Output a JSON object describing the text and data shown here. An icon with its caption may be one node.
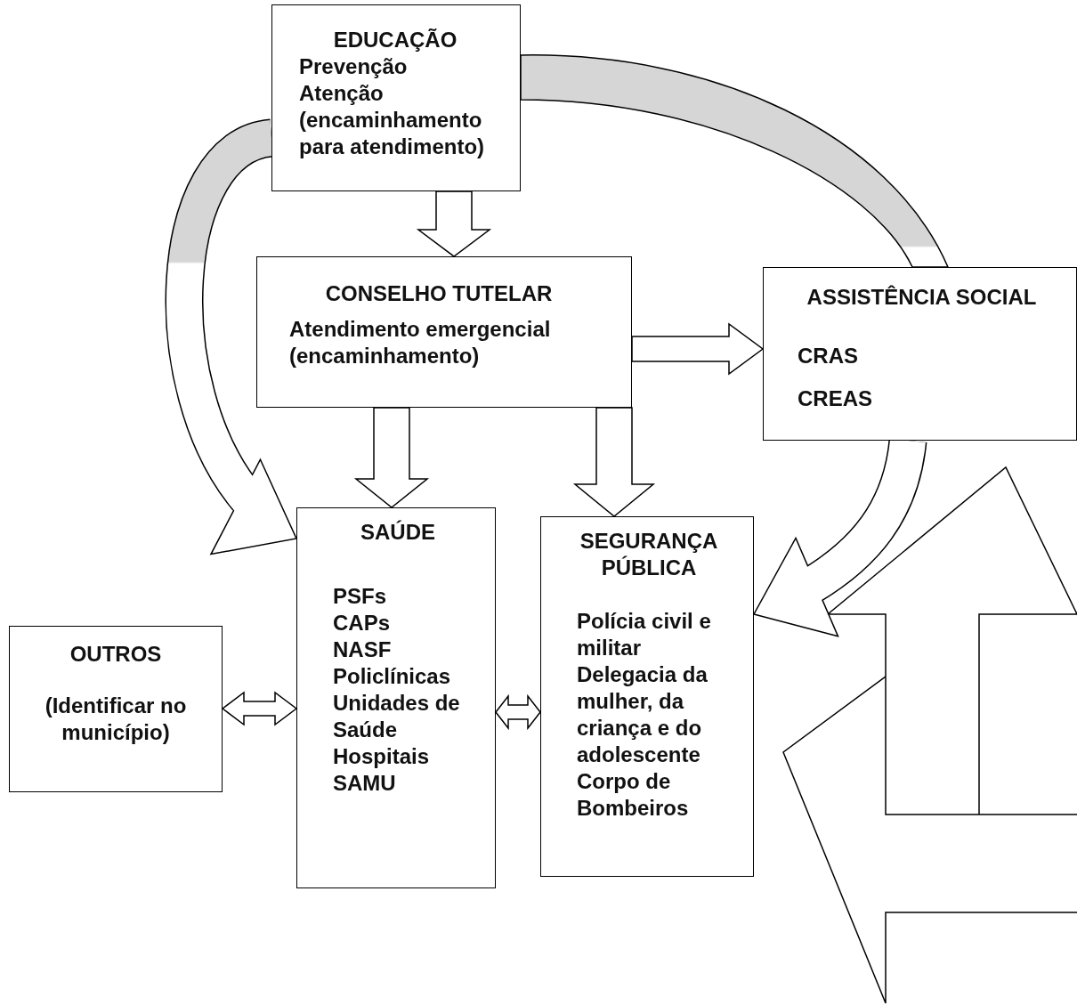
{
  "diagram": {
    "nodes": [
      {
        "text": [
          "EDUCAÇÃO",
          "Prevenção",
          "Atenção (encaminhamento para atendimento)"
        ]
      },
      {
        "text": [
          "CONSELHO TUTELAR",
          "Atendimento emergencial (encaminhamento)"
        ]
      },
      {
        "text": [
          "ASSISTÊNCIA SOCIAL",
          "CRAS",
          "CREAS"
        ]
      },
      {
        "text": [
          "SAÚDE",
          "PSFs",
          "CAPs",
          "NASF",
          "Policlínicas",
          "Unidades de Saúde",
          "Hospitais",
          "SAMU"
        ]
      },
      {
        "text": [
          "SEGURANÇA PÚBLICA",
          "Polícia civil e militar",
          "Delegacia da mulher, da criança e do adolescente",
          "Corpo de Bombeiros"
        ]
      },
      {
        "text": [
          "OUTROS",
          "(Identificar no município)"
        ]
      }
    ],
    "edges": [
      {
        "from": 0,
        "to": 1,
        "arrow": "to"
      },
      {
        "from": 1,
        "to": 2,
        "arrow": "to"
      },
      {
        "from": 1,
        "to": 3,
        "arrow": "to"
      },
      {
        "from": 1,
        "to": 4,
        "arrow": "to"
      },
      {
        "from": 5,
        "to": 3,
        "arrow": "both"
      },
      {
        "from": 3,
        "to": 4,
        "arrow": "both"
      },
      {
        "from": 0,
        "to": 3,
        "arrow": "to"
      },
      {
        "from": 0,
        "to": 2,
        "arrow": "none"
      },
      {
        "from": 2,
        "to": 4,
        "arrow": "to"
      }
    ]
  }
}
